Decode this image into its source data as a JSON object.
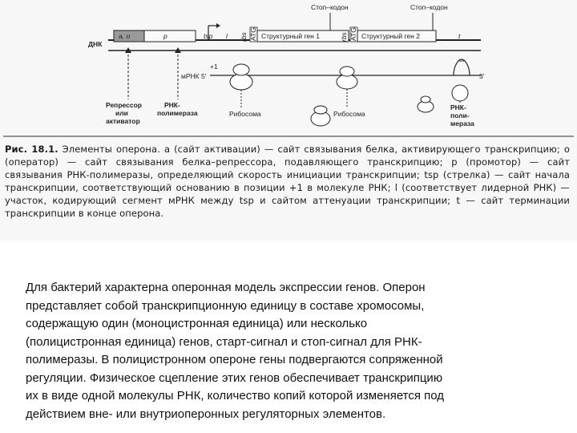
{
  "diagram": {
    "dna_label": "ДНК",
    "segments": {
      "a_o": "a, o",
      "p": "p",
      "tsp": "tsp",
      "l": "l",
      "rbs1": "rbs",
      "atg1": "ATG",
      "gene1": "Структурный ген 1",
      "rbs2": "rbs",
      "atg2": "ATG",
      "gene2": "Структурный ген 2",
      "t": "t"
    },
    "stop_codon_1": "Стоп–кодон",
    "stop_codon_2": "Стоп–кодон",
    "mrna_5": "мРНК 5′",
    "plus_one": "+1",
    "mrna_3": "3′",
    "labels": {
      "repressor": [
        "Репрессор",
        "или",
        "активатор"
      ],
      "rna_pol_left": [
        "РНК-",
        "полимераза"
      ],
      "ribosome_1": "Рибосома",
      "ribosome_2": "Рибосома",
      "rna_pol_right": [
        "РНК-",
        "поли-",
        "мераза"
      ]
    }
  },
  "caption": {
    "fig_label": "Рис. 18.1.",
    "text": "Элементы оперона. a (сайт активации) — сайт связывания белка, активирующего транскрипцию; o (оператор) — сайт связывания белка–репрессора, подавляющего транскрипцию; p (промотор) — сайт связывания РНК-полимеразы, определяющий скорость инициации транскрипции; tsp (стрелка) — сайт начала транскрипции, соответствующий основанию в позиции +1 в молекуле РНК; l (соответствует лидерной РНК) — участок, кодирующий сегмент мРНК между tsp и сайтом аттенуации транскрипции; t — сайт терминации транскрипции в конце оперона."
  },
  "body_lines": [
    "Для бактерий характерна оперонная модель экспрессии генов. Оперон",
    "представляет собой транскрипционную единицу в составе хромосомы,",
    "содержащую один (моноцистронная единица) или несколько",
    "(полицистронная единица) генов, старт-сигнал и стоп-сигнал для РНК-",
    "полимеразы. В полицистронном опероне гены подвергаются сопряженной",
    "регуляции. Физическое сцепление этих генов обеспечивает транскрипцию",
    "их в виде одной молекулы РНК, количество копий которой изменяется под",
    "действием вне- или внутриоперонных регуляторных элементов."
  ]
}
